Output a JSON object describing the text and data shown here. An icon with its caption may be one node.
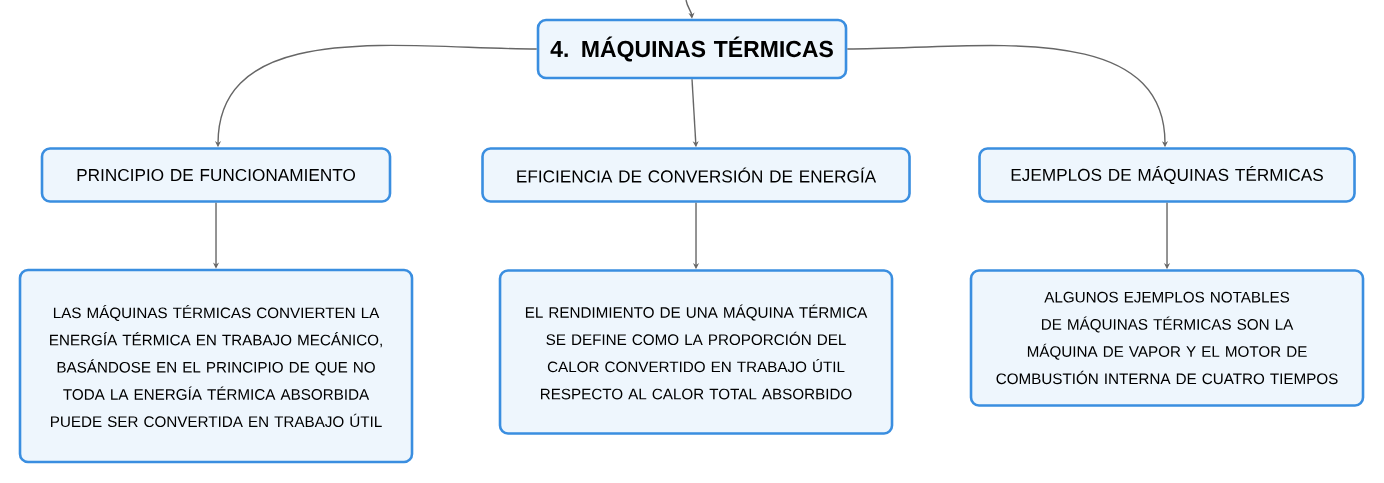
{
  "diagram": {
    "nodes": [
      {
        "text": [
          "4. MÁQUINAS TÉRMICAS"
        ]
      },
      {
        "text": [
          "PRINCIPIO DE FUNCIONAMIENTO"
        ]
      },
      {
        "text": [
          "EFICIENCIA DE CONVERSIÓN DE ENERGÍA"
        ]
      },
      {
        "text": [
          "EJEMPLOS DE MÁQUINAS TÉRMICAS"
        ]
      },
      {
        "text": [
          "LAS MÁQUINAS TÉRMICAS CONVIERTEN LA ENERGÍA TÉRMICA EN TRABAJO MECÁNICO, BASÁNDOSE EN EL PRINCIPIO DE QUE NO TODA LA ENERGÍA TÉRMICA ABSORBIDA PUEDE SER CONVERTIDA EN TRABAJO ÚTIL"
        ]
      },
      {
        "text": [
          "EL RENDIMIENTO DE UNA MÁQUINA TÉRMICA SE DEFINE COMO LA PROPORCIÓN DEL CALOR CONVERTIDO EN TRABAJO ÚTIL RESPECTO AL CALOR TOTAL ABSORBIDO"
        ]
      },
      {
        "text": [
          "ALGUNOS EJEMPLOS NOTABLES DE MÁQUINAS TÉRMICAS SON LA MÁQUINA DE VAPOR Y EL MOTOR DE COMBUSTIÓN INTERNA DE CUATRO TIEMPOS"
        ]
      }
    ],
    "edges": [
      {
        "from": null,
        "to": 0,
        "arrow": "to"
      },
      {
        "from": 0,
        "to": 1,
        "arrow": "to"
      },
      {
        "from": 0,
        "to": 2,
        "arrow": "to"
      },
      {
        "from": 0,
        "to": 3,
        "arrow": "to"
      },
      {
        "from": 1,
        "to": 4,
        "arrow": "to"
      },
      {
        "from": 2,
        "to": 5,
        "arrow": "to"
      },
      {
        "from": 3,
        "to": 6,
        "arrow": "to"
      }
    ]
  }
}
